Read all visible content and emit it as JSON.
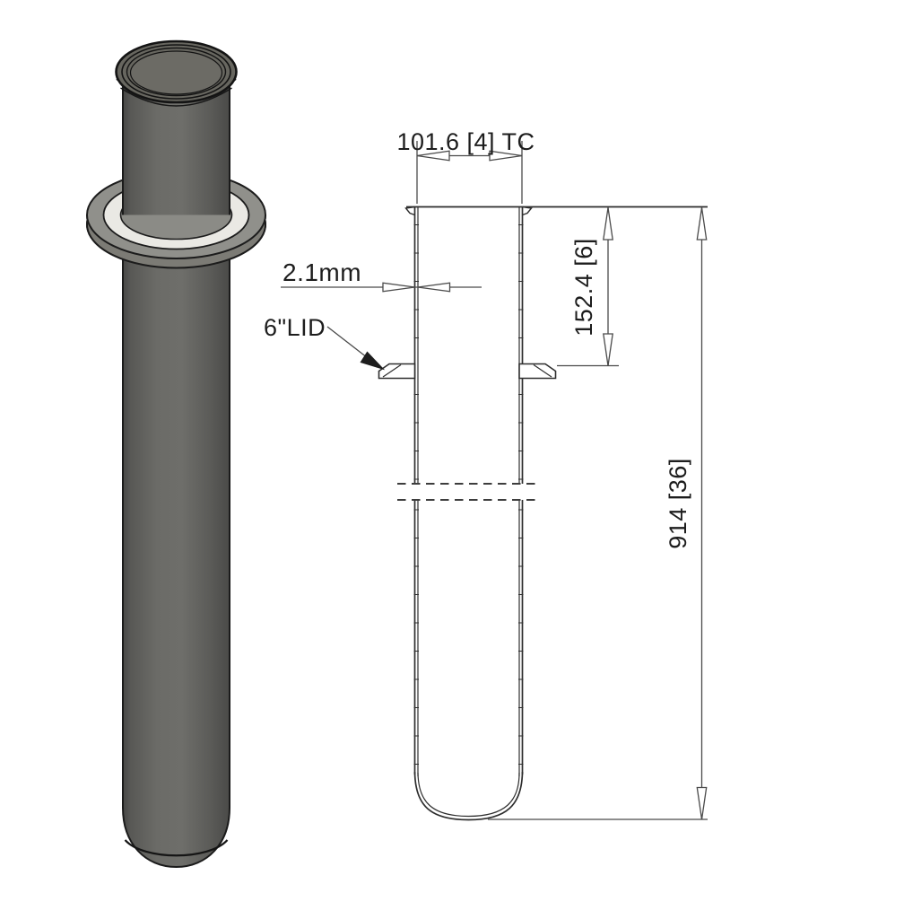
{
  "sheet": {
    "type": "engineering-drawing",
    "background_color": "#ffffff",
    "part": "4in tri-clamp spool column with 6in lid flange"
  },
  "iso_render": {
    "description": "shaded 3D render of tube with tri-clamp ferrule and lid flange",
    "colors": {
      "tube_mid": "#6b6b67",
      "tube_dark": "#4a4a48",
      "rim_face": "#6c6b65",
      "flange_ring": "#90908b",
      "flange_gasket": "#eae9e4",
      "edge_line": "#1a1a1a"
    }
  },
  "profile_drawing": {
    "outline_color": "#2e2e2e",
    "dim_line_color": "#4a4a4a",
    "dimensions": {
      "top_width": {
        "label": "101.6 [4] TC",
        "orientation": "horizontal"
      },
      "wall_thickness": {
        "label": "2.1mm",
        "orientation": "horizontal"
      },
      "neck_height": {
        "label": "152.4 [6]",
        "orientation": "vertical"
      },
      "overall_height": {
        "label": "914 [36]",
        "orientation": "vertical"
      }
    },
    "callouts": {
      "lid": {
        "label": "6\"LID"
      }
    }
  }
}
